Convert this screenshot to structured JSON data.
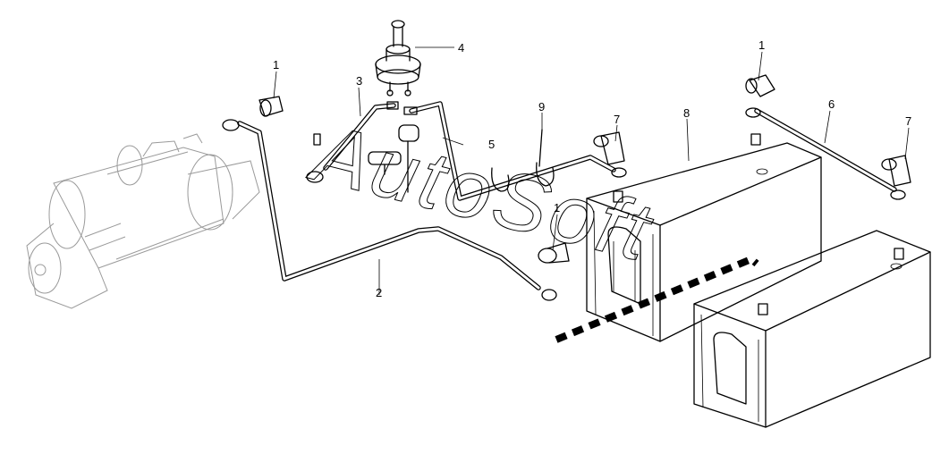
{
  "callouts": [
    "1",
    "2",
    "3",
    "4",
    "5",
    "6",
    "7",
    "8",
    "9"
  ],
  "watermark": "AutoSoft",
  "parts": {
    "starter": "starter-motor",
    "switch": "battery-master-switch",
    "battery_a": "battery-rear",
    "battery_b": "battery-front"
  }
}
